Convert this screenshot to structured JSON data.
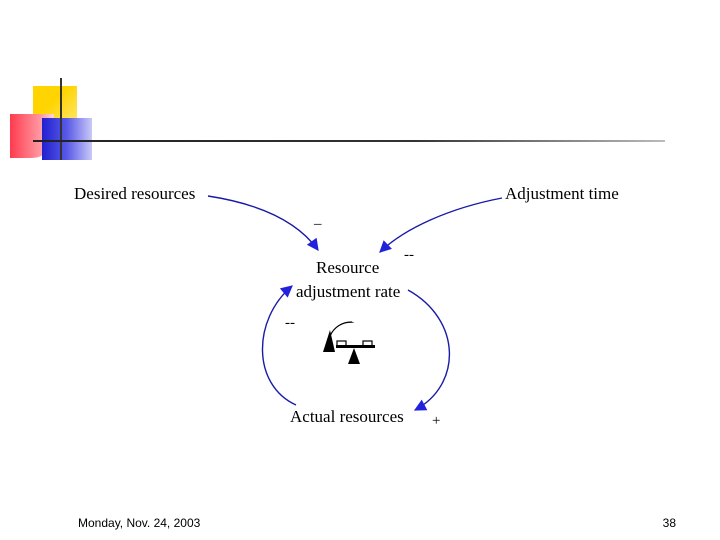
{
  "slide": {
    "date": "Monday, Nov. 24, 2003",
    "page_number": "38"
  },
  "diagram": {
    "nodes": {
      "desired_resources": "Desired resources",
      "adjustment_time": "Adjustment time",
      "rate_line1": "Resource",
      "rate_line2": "adjustment rate",
      "actual_resources": "Actual resources"
    },
    "link_signs": {
      "desired_to_rate": "–",
      "time_to_rate": "--",
      "actual_to_rate": "--",
      "rate_to_actual": "+",
      "loop_polarity": "–"
    },
    "loop_type_icon": "balance-scale-icon",
    "arrow_color": "#1a1aa8",
    "arrowhead_color": "#2222dd"
  }
}
